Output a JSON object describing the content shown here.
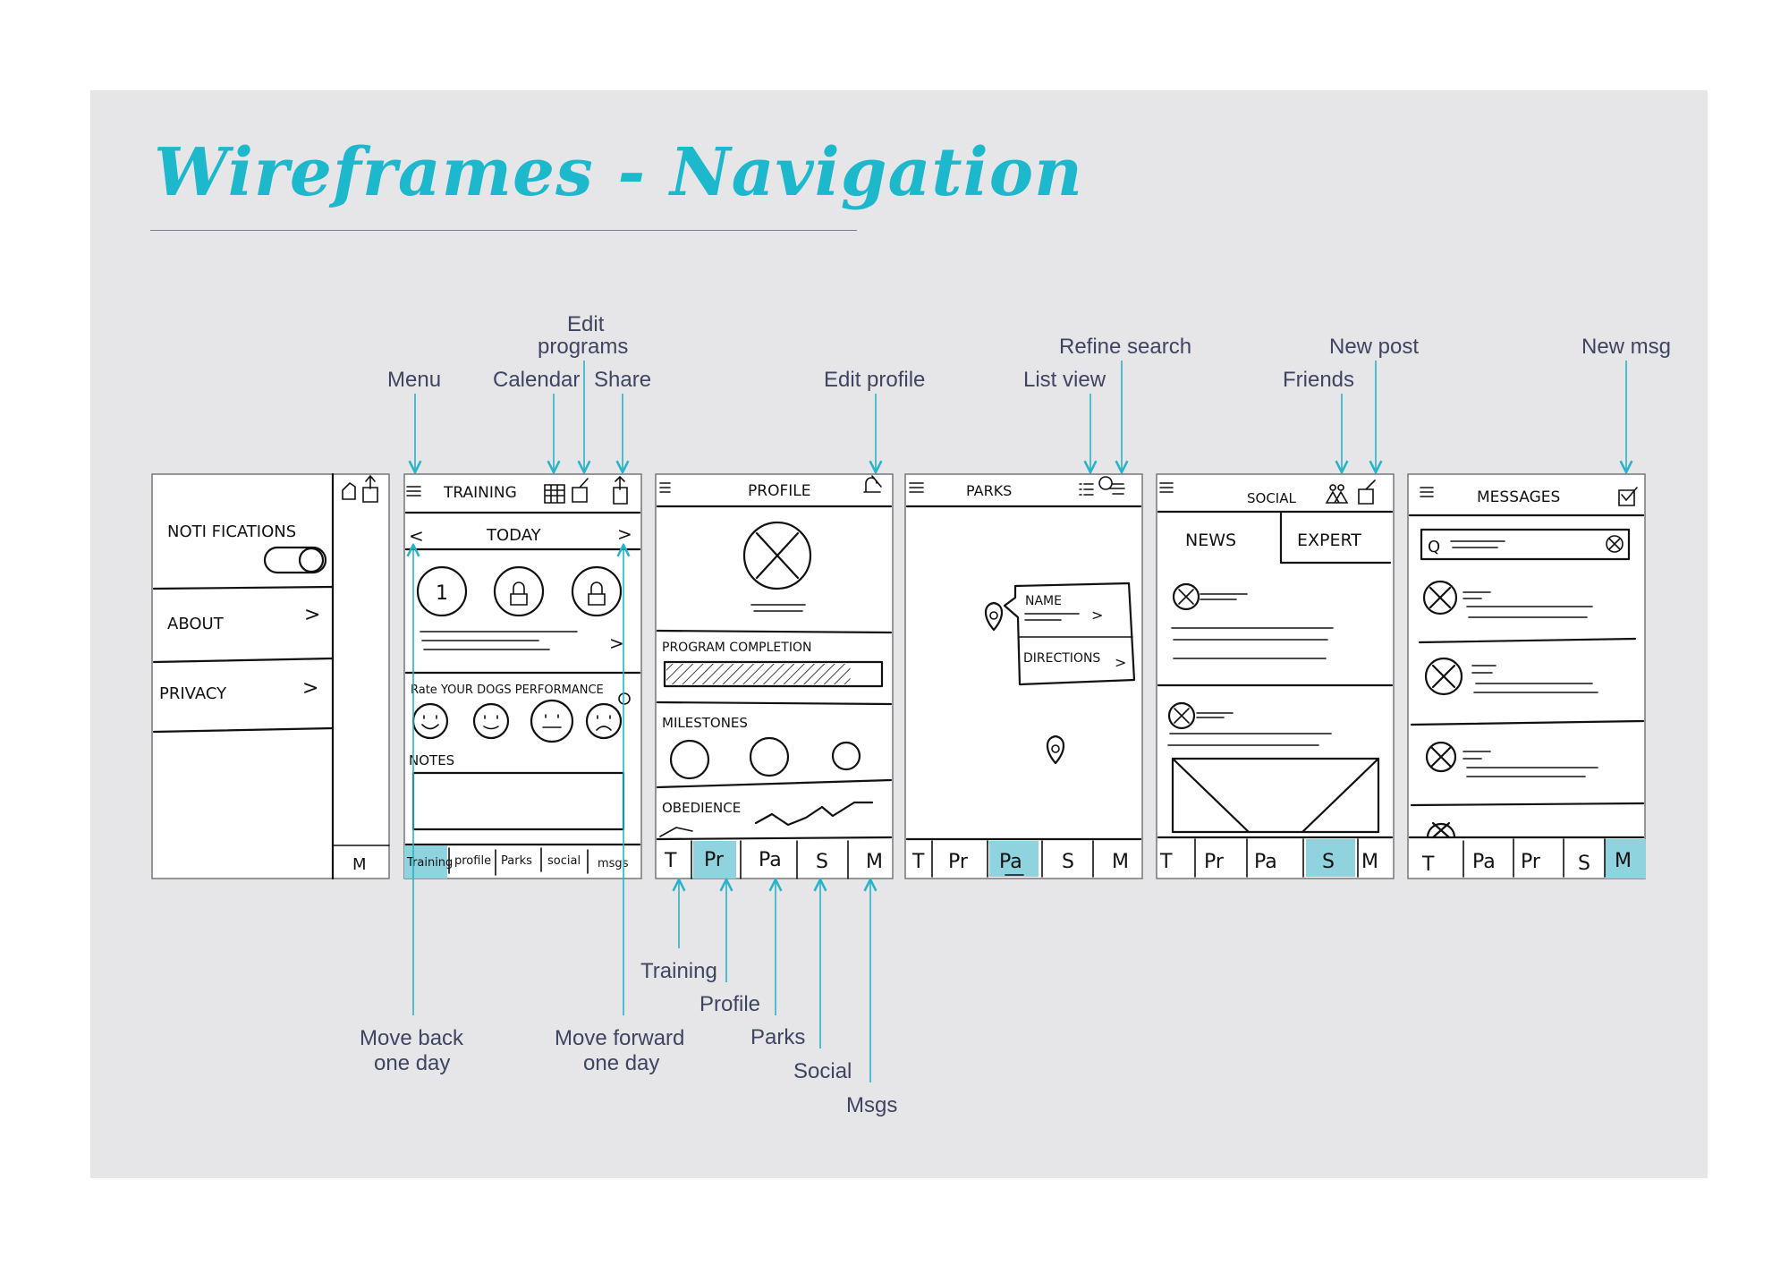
{
  "page": {
    "title": "Wireframes - Navigation"
  },
  "colors": {
    "title": "#1db8cc",
    "panel": "#e6e6e9",
    "arrow": "#28b4c8",
    "tab_highlight": "#8fd3de",
    "label_text": "#3f4460"
  },
  "screens": {
    "menu": {
      "items": [
        "NOTI FICATIONS",
        "ABOUT",
        "PRIVACY"
      ],
      "chevron": ">",
      "tab": "M"
    },
    "training": {
      "title": "TRAINING",
      "date": "TODAY",
      "prev": "<",
      "next": ">",
      "badges": [
        "1"
      ],
      "rate_label": "Rate YOUR DOGS PERFORMANCE",
      "notes_label": "NOTES",
      "tabs": [
        "Training",
        "profile",
        "Parks",
        "social",
        "msgs"
      ],
      "active_tab": "Training"
    },
    "profile": {
      "title": "PROFILE",
      "completion_label": "PROGRAM COMPLETION",
      "completion_fraction": 0.86,
      "milestones_label": "MILESTONES",
      "obedience_label": "OBEDIENCE",
      "tabs": [
        "T",
        "Pr",
        "Pa",
        "S",
        "M"
      ],
      "active_tab": "Pr"
    },
    "parks": {
      "title": "PARKS",
      "popup_name": "NAME",
      "popup_directions": "DIRECTIONS",
      "tabs": [
        "T",
        "Pr",
        "Pa",
        "S",
        "M"
      ],
      "active_tab": "Pa"
    },
    "social": {
      "title": "SOCIAL",
      "tab_news": "NEWS",
      "tab_expert": "EXPERT",
      "tabs": [
        "T",
        "Pr",
        "Pa",
        "S",
        "M"
      ],
      "active_tab": "S"
    },
    "messages": {
      "title": "MESSAGES",
      "search_icon_char": "Q",
      "tabs": [
        "T",
        "Pa",
        "Pr",
        "S",
        "M"
      ],
      "active_tab": "M"
    }
  },
  "annotations": {
    "top": {
      "menu": "Menu",
      "calendar": "Calendar",
      "edit_programs_1": "Edit",
      "edit_programs_2": "programs",
      "share": "Share",
      "edit_profile": "Edit profile",
      "list_view": "List view",
      "refine_search": "Refine search",
      "friends": "Friends",
      "new_post": "New post",
      "new_msg": "New msg"
    },
    "bottom": {
      "training": "Training",
      "profile": "Profile",
      "parks": "Parks",
      "social": "Social",
      "msgs": "Msgs",
      "move_back_1": "Move back",
      "move_back_2": "one day",
      "move_forward_1": "Move forward",
      "move_forward_2": "one day"
    }
  }
}
